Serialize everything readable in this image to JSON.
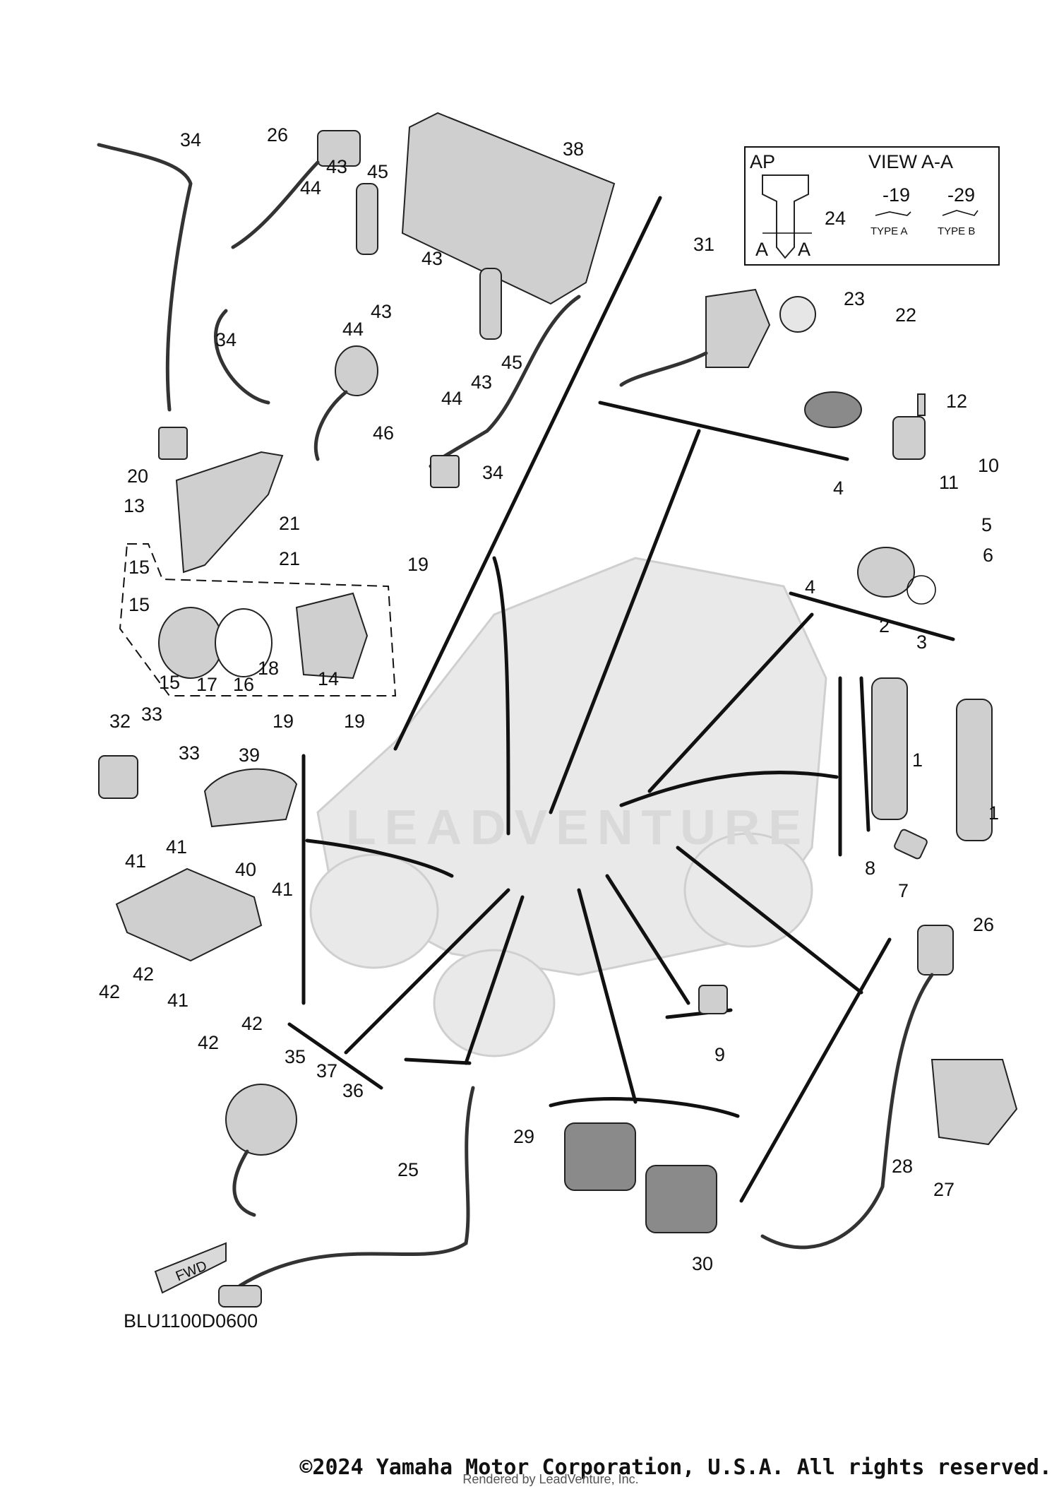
{
  "diagram": {
    "drawing_code": "BLU1100D0600",
    "watermark": "LEADVENTURE",
    "fwd_label": "FWD",
    "inset": {
      "view_left": "AP",
      "view_right": "VIEW A-A",
      "type_a_code": "-19",
      "type_b_code": "-29",
      "type_a_label": "TYPE A",
      "type_b_label": "TYPE B",
      "section_left": "A",
      "section_right": "A",
      "key_part": "24"
    },
    "callouts": {
      "c1a": "1",
      "c1b": "1",
      "c2": "2",
      "c3": "3",
      "c4a": "4",
      "c4b": "4",
      "c5": "5",
      "c6": "6",
      "c7": "7",
      "c8": "8",
      "c9": "9",
      "c10": "10",
      "c11": "11",
      "c12": "12",
      "c13": "13",
      "c14": "14",
      "c15a": "15",
      "c15b": "15",
      "c15c": "15",
      "c16": "16",
      "c17": "17",
      "c18": "18",
      "c19a": "19",
      "c19b": "19",
      "c19c": "19",
      "c20": "20",
      "c21a": "21",
      "c21b": "21",
      "c22": "22",
      "c23": "23",
      "c25": "25",
      "c26a": "26",
      "c26b": "26",
      "c27": "27",
      "c28": "28",
      "c29": "29",
      "c30": "30",
      "c31": "31",
      "c32": "32",
      "c33a": "33",
      "c33b": "33",
      "c34a": "34",
      "c34b": "34",
      "c34c": "34",
      "c35": "35",
      "c36": "36",
      "c37": "37",
      "c38": "38",
      "c39": "39",
      "c40": "40",
      "c41a": "41",
      "c41b": "41",
      "c41c": "41",
      "c41d": "41",
      "c42a": "42",
      "c42b": "42",
      "c42c": "42",
      "c42d": "42",
      "c43a": "43",
      "c43b": "43",
      "c43c": "43",
      "c43d": "43",
      "c44a": "44",
      "c44b": "44",
      "c44c": "44",
      "c45a": "45",
      "c45b": "45",
      "c46": "46"
    }
  },
  "footer": {
    "copyright": "©2024 Yamaha Motor Corporation, U.S.A. All rights reserved.",
    "rendered_by": "Rendered by LeadVenture, Inc."
  }
}
